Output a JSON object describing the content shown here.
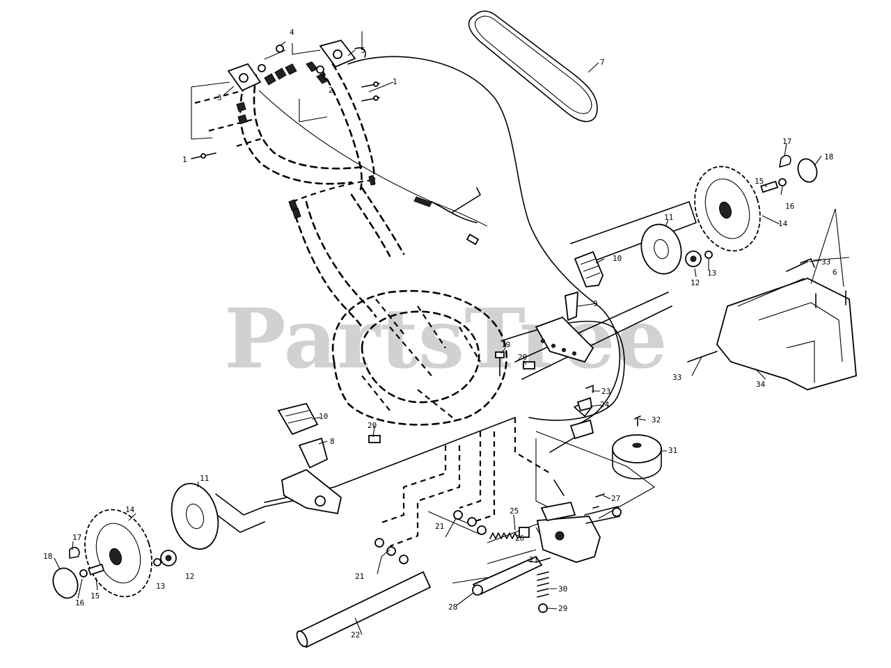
{
  "watermark": {
    "text": "PartsTree",
    "trademark": "™"
  },
  "callouts": [
    {
      "id": "c1a",
      "num": "1"
    },
    {
      "id": "c1b",
      "num": "1"
    },
    {
      "id": "c2",
      "num": "2"
    },
    {
      "id": "c3",
      "num": "3"
    },
    {
      "id": "c4",
      "num": "4"
    },
    {
      "id": "c5",
      "num": "5"
    },
    {
      "id": "c6",
      "num": "6"
    },
    {
      "id": "c7",
      "num": "7"
    },
    {
      "id": "c8",
      "num": "8"
    },
    {
      "id": "c9",
      "num": "9"
    },
    {
      "id": "c10a",
      "num": "10"
    },
    {
      "id": "c10b",
      "num": "10"
    },
    {
      "id": "c11a",
      "num": "11"
    },
    {
      "id": "c11b",
      "num": "11"
    },
    {
      "id": "c12a",
      "num": "12"
    },
    {
      "id": "c12b",
      "num": "12"
    },
    {
      "id": "c13a",
      "num": "13"
    },
    {
      "id": "c13b",
      "num": "13"
    },
    {
      "id": "c14a",
      "num": "14"
    },
    {
      "id": "c14b",
      "num": "14"
    },
    {
      "id": "c15a",
      "num": "15"
    },
    {
      "id": "c15b",
      "num": "15"
    },
    {
      "id": "c16a",
      "num": "16"
    },
    {
      "id": "c16b",
      "num": "16"
    },
    {
      "id": "c17a",
      "num": "17"
    },
    {
      "id": "c17b",
      "num": "17"
    },
    {
      "id": "c18a",
      "num": "18"
    },
    {
      "id": "c18b",
      "num": "18"
    },
    {
      "id": "c19",
      "num": "19"
    },
    {
      "id": "c20a",
      "num": "20"
    },
    {
      "id": "c20b",
      "num": "20"
    },
    {
      "id": "c21a",
      "num": "21"
    },
    {
      "id": "c21b",
      "num": "21"
    },
    {
      "id": "c21c",
      "num": "21"
    },
    {
      "id": "c22",
      "num": "22"
    },
    {
      "id": "c23",
      "num": "23"
    },
    {
      "id": "c24",
      "num": "24"
    },
    {
      "id": "c25",
      "num": "25"
    },
    {
      "id": "c26",
      "num": "26"
    },
    {
      "id": "c27a",
      "num": "27"
    },
    {
      "id": "c27b",
      "num": "27"
    },
    {
      "id": "c28",
      "num": "28"
    },
    {
      "id": "c29",
      "num": "29"
    },
    {
      "id": "c30",
      "num": "30"
    },
    {
      "id": "c31",
      "num": "31"
    },
    {
      "id": "c32",
      "num": "32"
    },
    {
      "id": "c33a",
      "num": "33"
    },
    {
      "id": "c33b",
      "num": "33"
    },
    {
      "id": "c34",
      "num": "34"
    }
  ]
}
